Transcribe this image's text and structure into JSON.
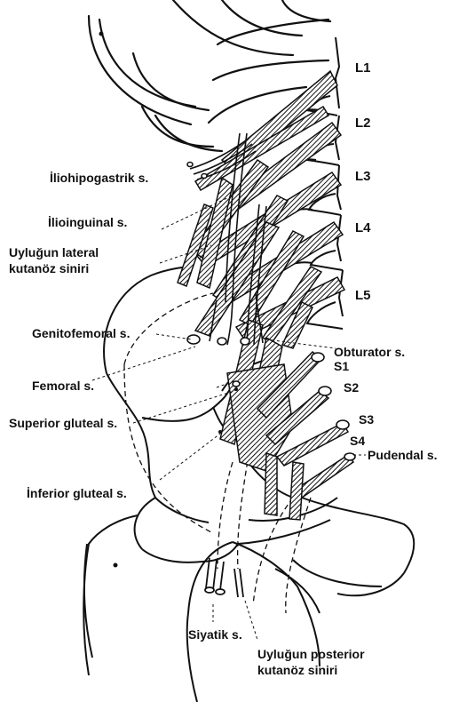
{
  "colors": {
    "ink": "#111111",
    "paper": "#ffffff"
  },
  "labels": {
    "iliohipogastrik": "İliohipogastrik s.",
    "ilioinguinal": "İlioinguinal s.",
    "lateral_line1": "Uyluğun lateral",
    "lateral_line2": "kutanöz siniri",
    "genitofemoral": "Genitofemoral s.",
    "femoral": "Femoral s.",
    "superior_gluteal": "Superior gluteal s.",
    "inferior_gluteal": "İnferior gluteal s.",
    "obturator": "Obturator s.",
    "pudendal": "Pudendal s.",
    "siyatik": "Siyatik s.",
    "posterior_line1": "Uyluğun posterior",
    "posterior_line2": "kutanöz siniri"
  },
  "vertebrae": [
    "L1",
    "L2",
    "L3",
    "L4",
    "L5",
    "S1",
    "S2",
    "S3",
    "S4"
  ]
}
